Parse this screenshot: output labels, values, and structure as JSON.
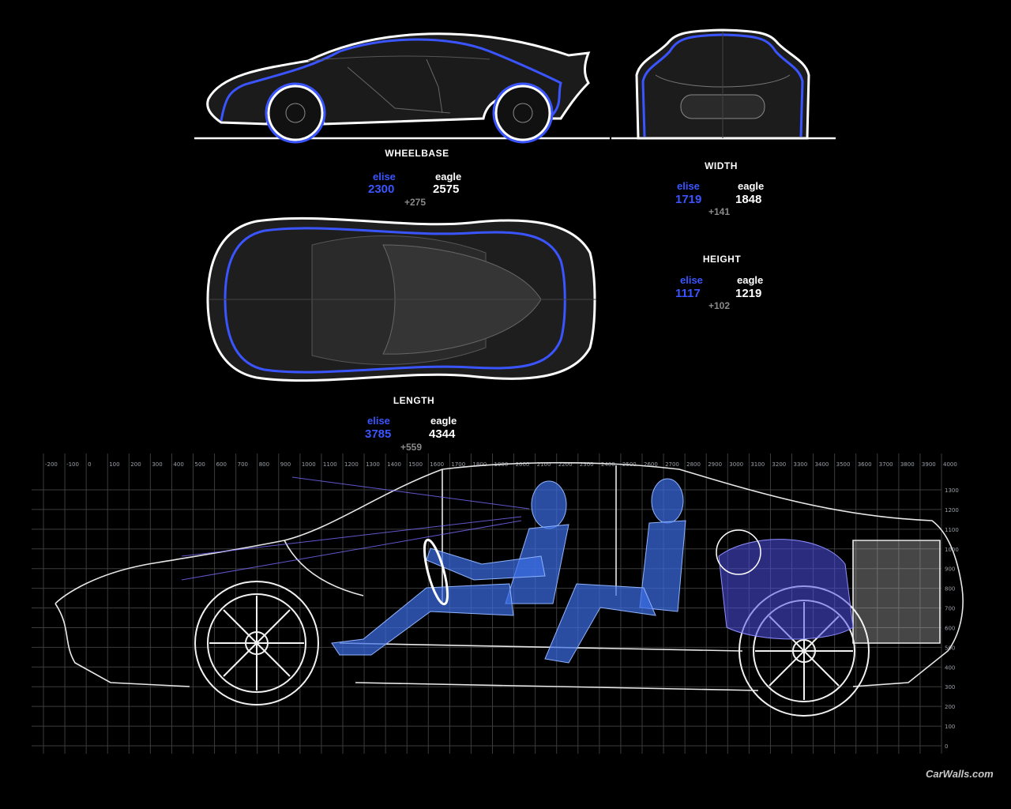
{
  "wheelbase": {
    "title": "WHEELBASE",
    "elise_label": "elise",
    "eagle_label": "eagle",
    "elise": "2300",
    "eagle": "2575",
    "diff": "+275"
  },
  "width": {
    "title": "WIDTH",
    "elise_label": "elise",
    "eagle_label": "eagle",
    "elise": "1719",
    "eagle": "1848",
    "diff": "+141"
  },
  "height": {
    "title": "HEIGHT",
    "elise_label": "elise",
    "eagle_label": "eagle",
    "elise": "1117",
    "eagle": "1219",
    "diff": "+102"
  },
  "length": {
    "title": "LENGTH",
    "elise_label": "elise",
    "eagle_label": "eagle",
    "elise": "3785",
    "eagle": "4344",
    "diff": "+559"
  },
  "grid": {
    "x_ticks": [
      "-200",
      "-100",
      "0",
      "100",
      "200",
      "300",
      "400",
      "500",
      "600",
      "700",
      "800",
      "900",
      "1000",
      "1100",
      "1200",
      "1300",
      "1400",
      "1500",
      "1600",
      "1700",
      "1800",
      "1900",
      "2000",
      "2100",
      "2200",
      "2300",
      "2400",
      "2500",
      "2600",
      "2700",
      "2800",
      "2900",
      "3000",
      "3100",
      "3200",
      "3300",
      "3400",
      "3500",
      "3600",
      "3700",
      "3800",
      "3900",
      "4000"
    ],
    "y_ticks": [
      "1300",
      "1200",
      "1100",
      "1000",
      "900",
      "800",
      "700",
      "600",
      "500",
      "400",
      "300",
      "200",
      "100",
      "0"
    ]
  },
  "colors": {
    "elise": "#3a55ff",
    "eagle": "#ffffff",
    "diff": "#8a8a8a",
    "grid": "#3c3c3c"
  },
  "watermark": "CarWalls.com"
}
